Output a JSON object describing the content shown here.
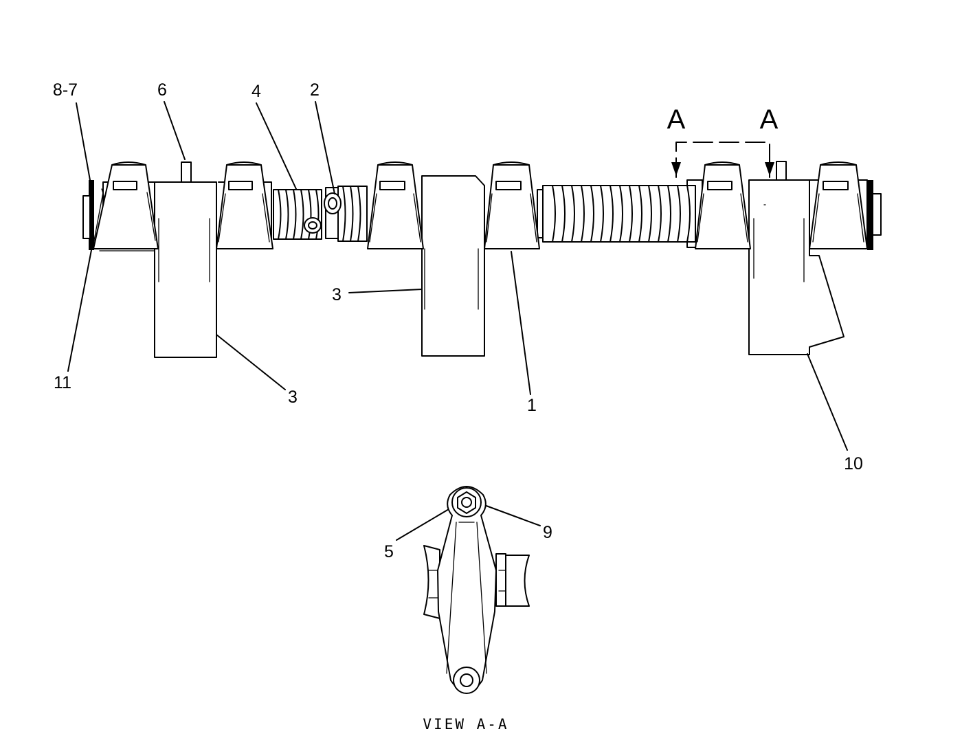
{
  "callouts": {
    "c8_7": "8-7",
    "c6": "6",
    "c4": "4",
    "c2": "2",
    "c11": "11",
    "c3_left": "3",
    "c3_center": "3",
    "c1": "1",
    "c10": "10",
    "c5": "5",
    "c9": "9"
  },
  "section_marks": {
    "left": "A",
    "right": "A"
  },
  "view_caption": "VIEW A-A",
  "colors": {
    "line": "#000000",
    "background": "#ffffff"
  }
}
